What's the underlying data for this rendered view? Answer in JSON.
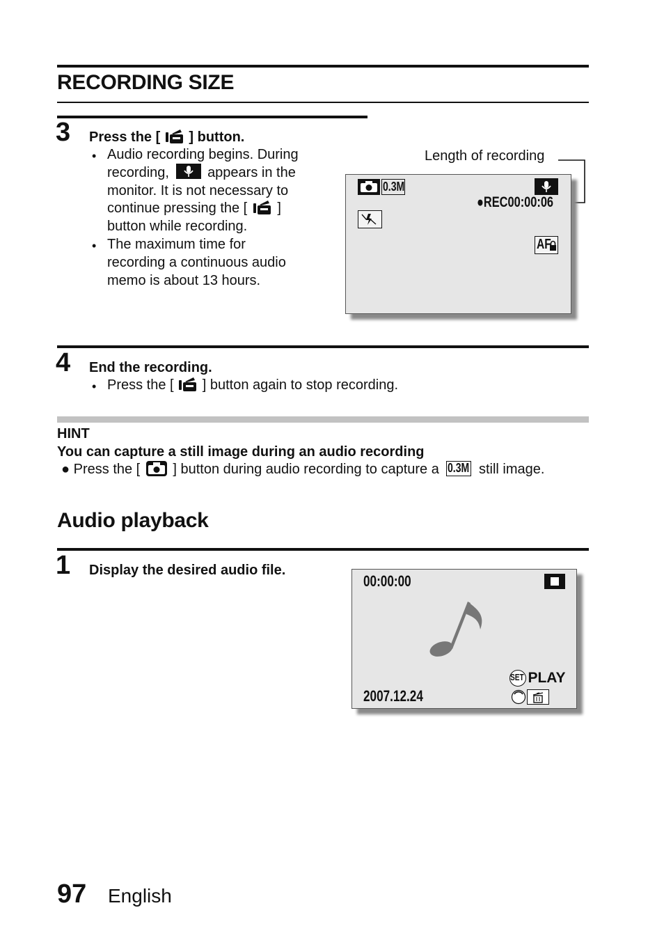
{
  "section1": {
    "title": "RECORDING SIZE"
  },
  "step3": {
    "number": "3",
    "head_a": "Press the [",
    "head_b": "] button.",
    "bullet1": [
      "Audio recording begins. During",
      "recording,",
      "appears in the",
      "monitor. It is not necessary to",
      "continue pressing the [",
      "]",
      "button while recording."
    ],
    "bullet2": [
      "The maximum time for",
      "recording a continuous audio",
      "memo is about 13 hours."
    ]
  },
  "screen1": {
    "callout": "Length of recording",
    "size_label": "0.3M",
    "rec_label": "●REC00:00:06",
    "af_label": "AF"
  },
  "step4": {
    "number": "4",
    "head": "End the recording.",
    "bullet_a": "Press the [",
    "bullet_b": "] button again to stop recording."
  },
  "hint": {
    "label": "HINT",
    "title": "You can capture a still image during an audio recording",
    "text_a": "● Press the [",
    "text_b": "] button during audio recording to capture a",
    "size_label": "0.3M",
    "text_c": "still image."
  },
  "section2": {
    "title": "Audio playback"
  },
  "step1": {
    "number": "1",
    "head": "Display the desired audio file."
  },
  "screen2": {
    "time": "00:00:00",
    "play_label": "PLAY",
    "set_label": "SET",
    "date": "2007.12.24"
  },
  "footer": {
    "page": "97",
    "language": "English"
  }
}
